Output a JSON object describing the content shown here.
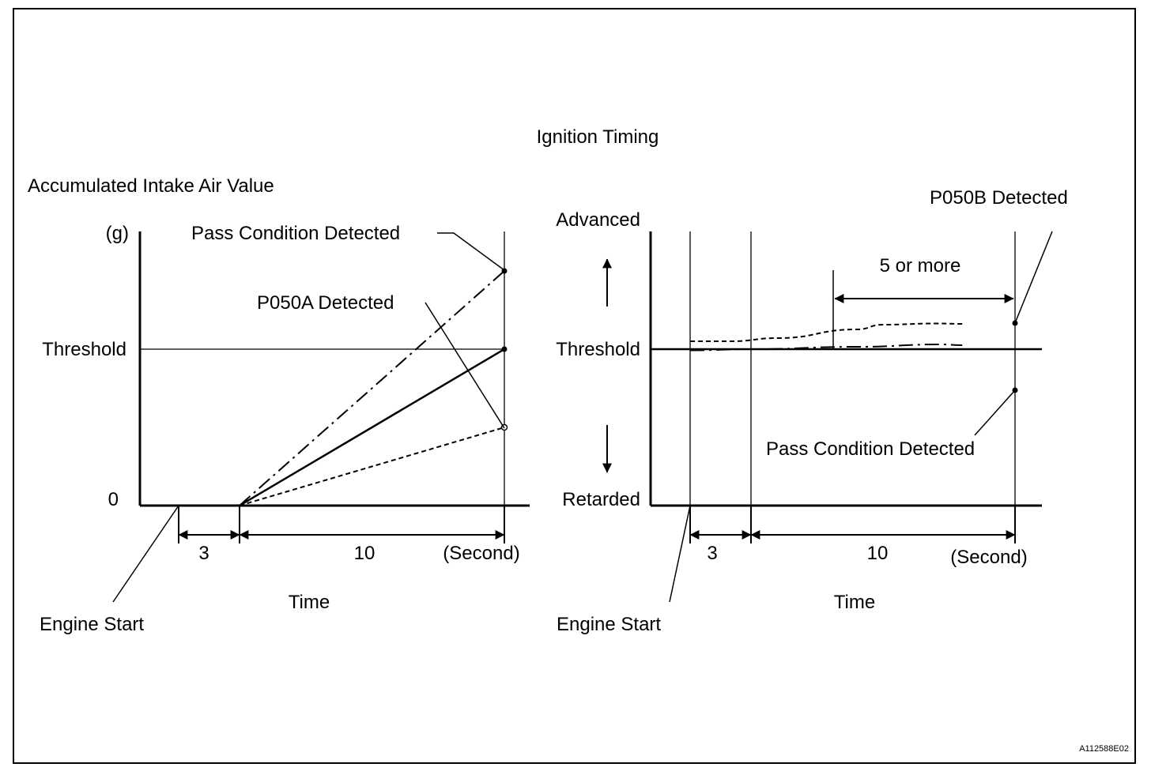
{
  "figure_ref": "A112588E02",
  "chart_data": [
    {
      "type": "line",
      "title": "",
      "ylabel": "Accumulated Intake Air Value",
      "yunit": "(g)",
      "xlabel": "Time",
      "xunit": "(Second)",
      "yticks": [
        "Threshold",
        "0"
      ],
      "intervals": [
        "3",
        "10"
      ],
      "annotations": [
        "Pass Condition Detected",
        "P050A Detected",
        "Engine Start"
      ],
      "series": [
        {
          "style": "dash-dot",
          "x": [
            3,
            13
          ],
          "y": [
            0,
            1.5
          ]
        },
        {
          "style": "solid",
          "x": [
            3,
            13
          ],
          "y": [
            0,
            1.0
          ]
        },
        {
          "style": "dashed",
          "x": [
            3,
            13
          ],
          "y": [
            0,
            0.5
          ]
        }
      ]
    },
    {
      "type": "line",
      "title": "Ignition Timing",
      "xlabel": "Time",
      "xunit": "(Second)",
      "yticks": [
        "Advanced",
        "Threshold",
        "Retarded"
      ],
      "intervals": [
        "3",
        "10"
      ],
      "duration_label": "5 or more",
      "annotations": [
        "P050B Detected",
        "Pass Condition Detected",
        "Engine Start"
      ],
      "series": [
        {
          "style": "dashed",
          "x": [
            0,
            2,
            4,
            7,
            8,
            10,
            11
          ],
          "y": [
            0.2,
            0.2,
            0.28,
            0.5,
            0.62,
            0.65,
            0.64
          ]
        },
        {
          "style": "dash-dot",
          "x": [
            0,
            3,
            7,
            10.2,
            11
          ],
          "y": [
            -0.03,
            0.0,
            0.06,
            0.12,
            0.1
          ]
        }
      ]
    }
  ]
}
